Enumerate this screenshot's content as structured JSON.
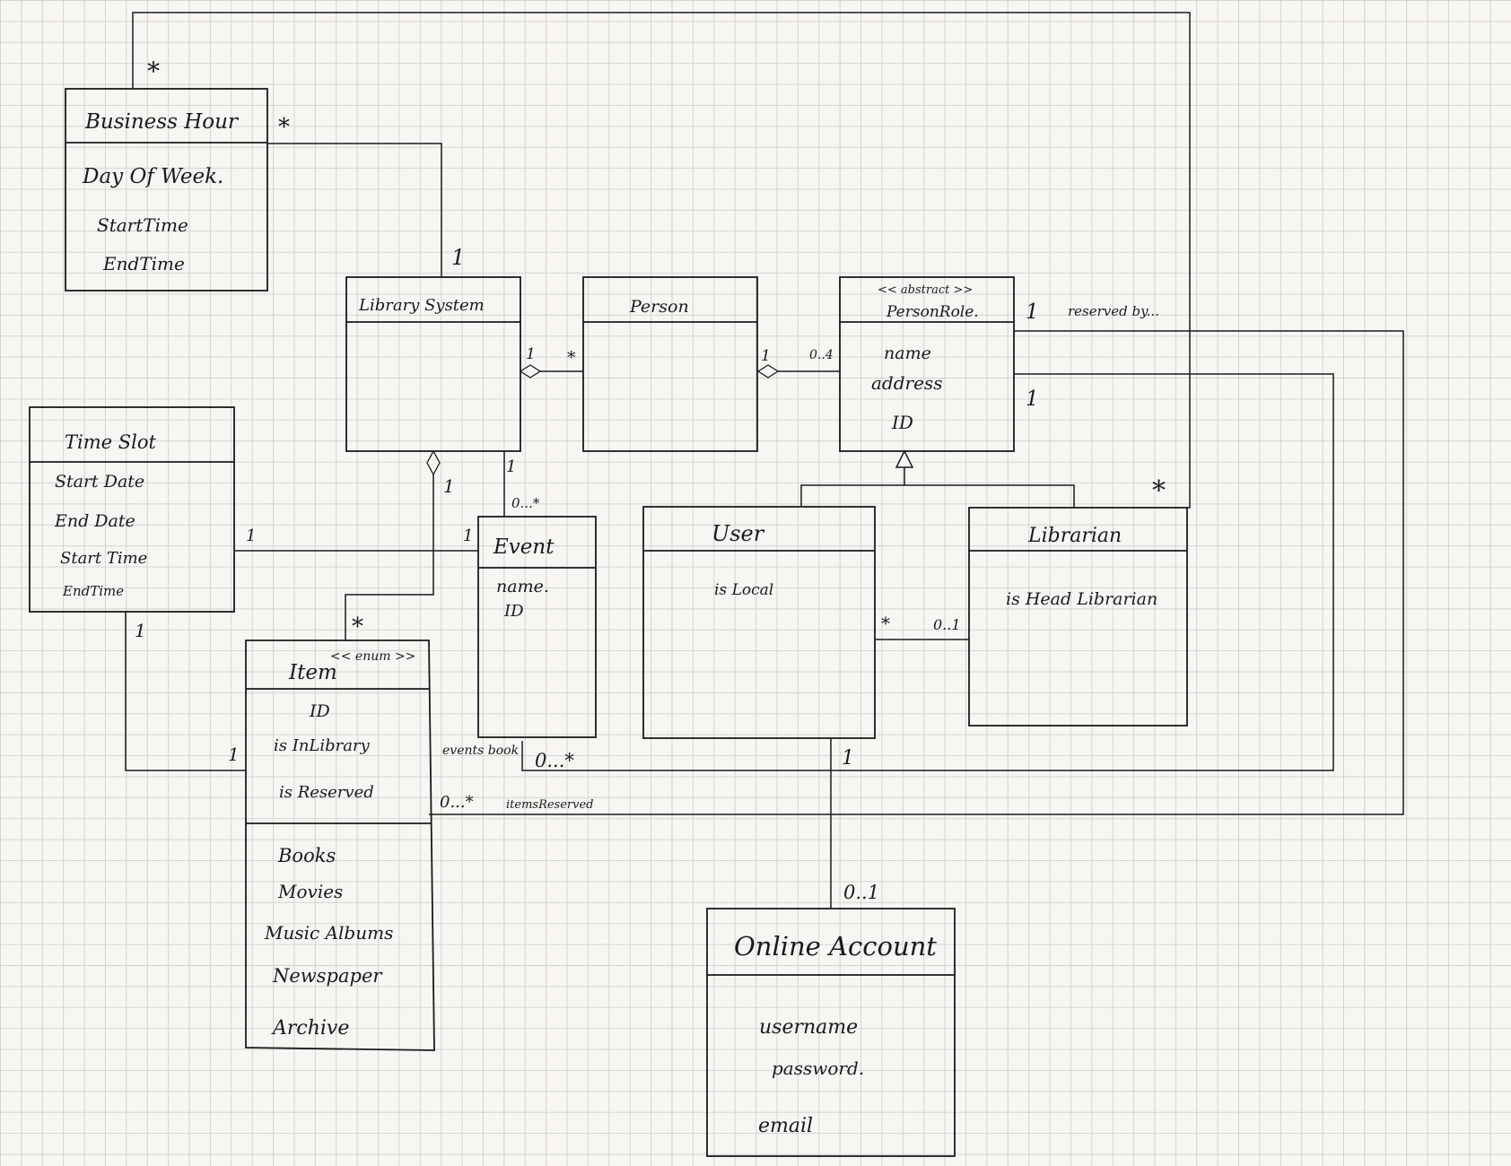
{
  "classes": {
    "business_hour": {
      "title": "Business Hour",
      "attrs": [
        "Day Of Week.",
        "StartTime",
        "EndTime"
      ]
    },
    "library_system": {
      "title": "Library System"
    },
    "person": {
      "title": "Person"
    },
    "person_role": {
      "stereotype": "<< abstract >>",
      "title": "PersonRole.",
      "attrs": [
        "name",
        "address",
        "ID"
      ]
    },
    "time_slot": {
      "title": "Time Slot",
      "attrs": [
        "Start Date",
        "End Date",
        "Start Time",
        "EndTime"
      ]
    },
    "event": {
      "title": "Event",
      "attrs": [
        "name.",
        "ID"
      ]
    },
    "user": {
      "title": "User",
      "attrs": [
        "is Local"
      ]
    },
    "librarian": {
      "title": "Librarian",
      "attrs": [
        "is Head Librarian"
      ]
    },
    "item": {
      "stereotype": "<< enum >>",
      "title": "Item",
      "attrs": [
        "ID",
        "is InLibrary",
        "is Reserved"
      ],
      "literals": [
        "Books",
        "Movies",
        "Music Albums",
        "Newspaper",
        "Archive"
      ]
    },
    "online_account": {
      "title": "Online Account",
      "attrs": [
        "username",
        "password.",
        "email"
      ]
    }
  },
  "labels": {
    "bh_top_star": "*",
    "bh_right_star": "*",
    "ls_top_one": "1",
    "ls_person_one": "1",
    "ls_person_star": "*",
    "person_role_one": "1",
    "person_role_mult": "0..4",
    "role_res_one": "1",
    "reserved_by": "reserved by...",
    "role_events_one": "1",
    "lib_star": "*",
    "ls_item_one": "1",
    "ls_event_one": "1",
    "ls_event_mult": "0...*",
    "ts_event_one_a": "1",
    "ts_event_one_b": "1",
    "ts_item_one_a": "1",
    "ts_item_one_b": "1",
    "item_star": "*",
    "user_star": "*",
    "lib_user_mult": "0..1",
    "events_book": "events book",
    "events_mult": "0...*",
    "user_acc_one": "1",
    "items_mult": "0...*",
    "items_reserved": "itemsReserved",
    "acc_mult": "0..1"
  }
}
